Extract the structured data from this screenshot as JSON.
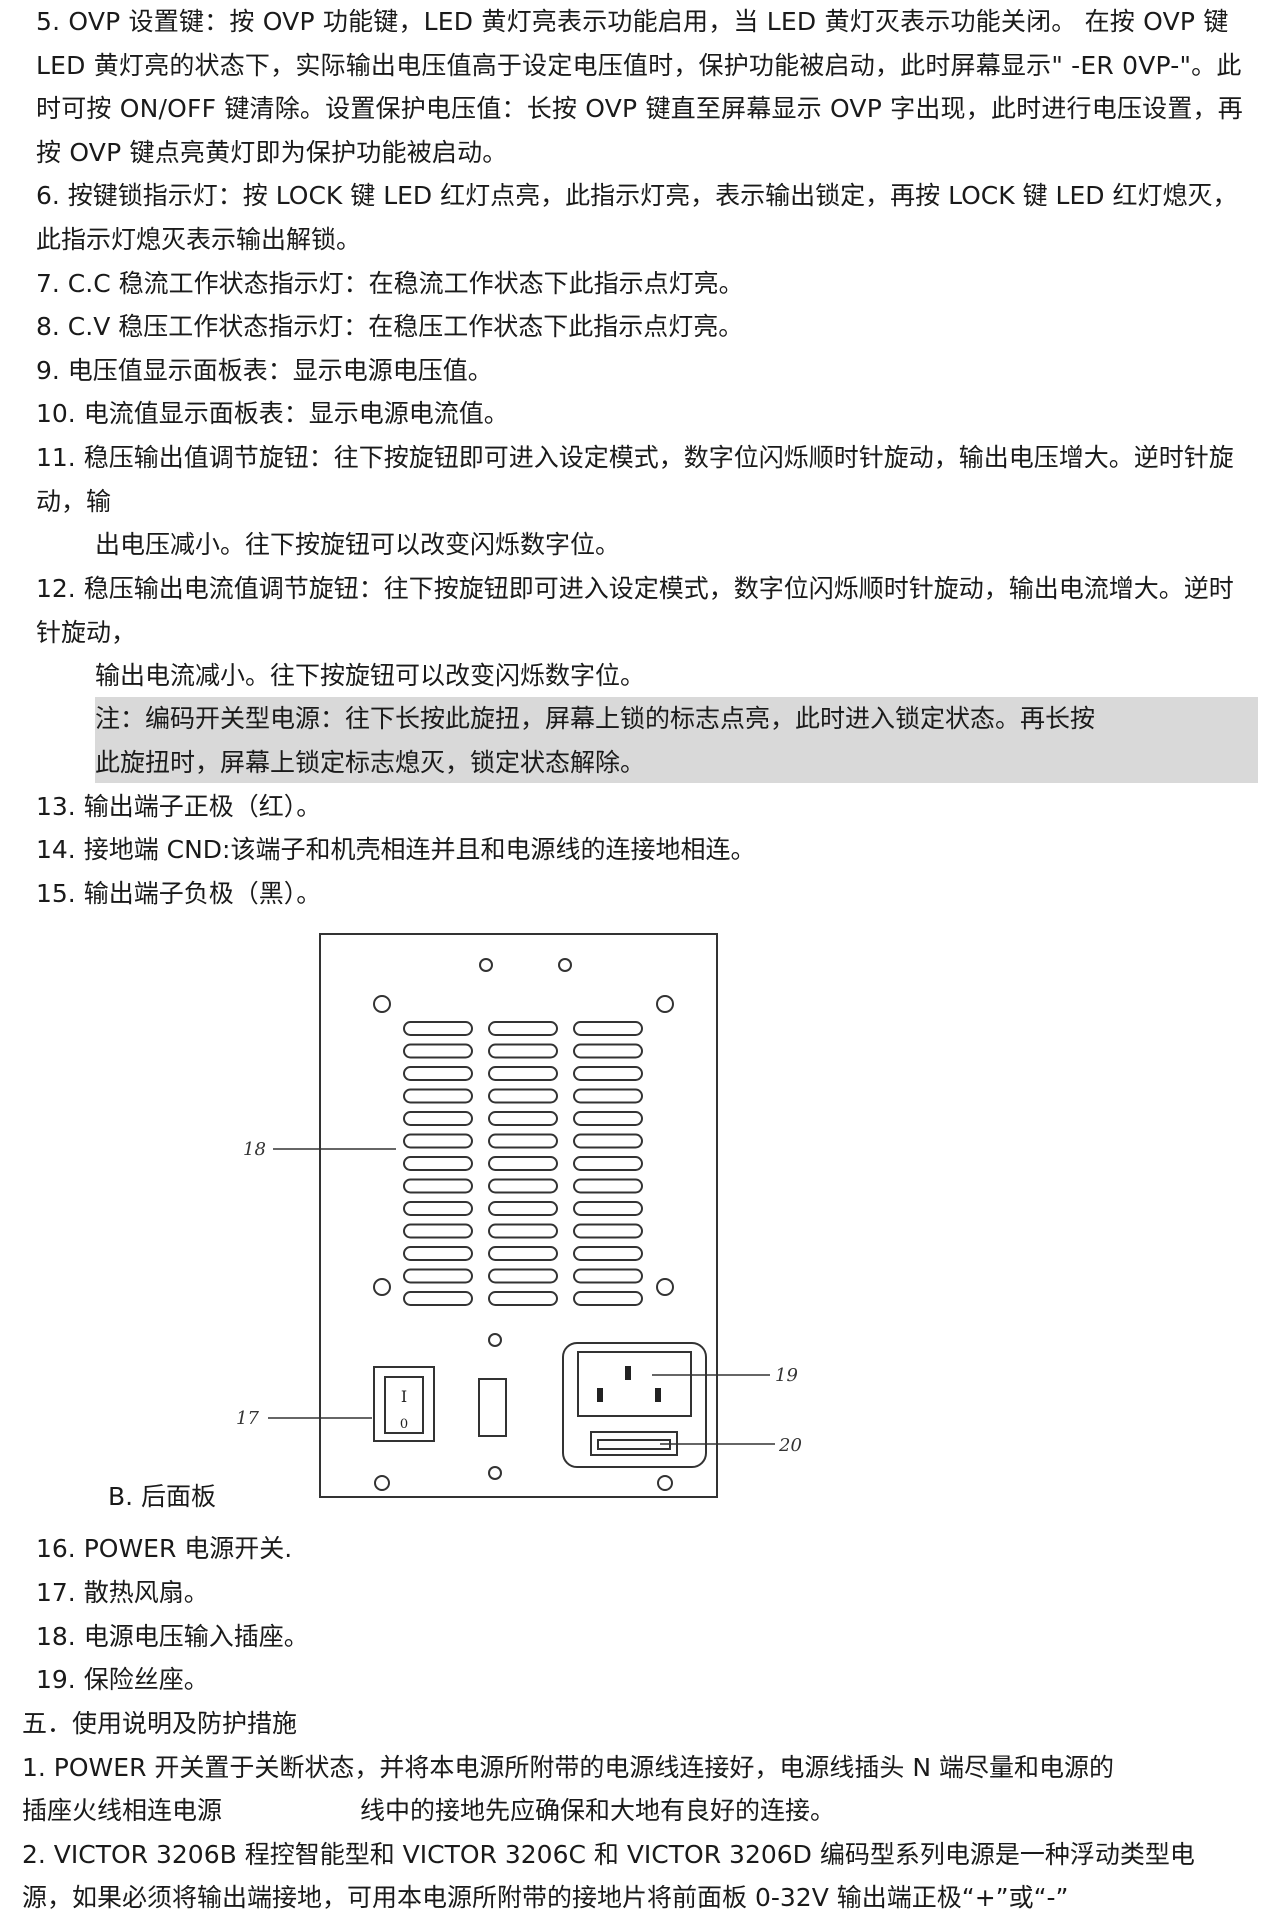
{
  "items": {
    "i5": "5. OVP 设置键：按 OVP 功能键，LED 黄灯亮表示功能启用，当 LED 黄灯灭表示功能关闭。 在按 OVP 键 LED 黄灯亮的状态下，实际输出电压值高于设定电压值时，保护功能被启动，此时屏幕显示\" -ER 0VP-\"。此时可按 ON/OFF 键清除。设置保护电压值：长按 OVP 键直至屏幕显示 OVP 字出现，此时进行电压设置，再按 OVP 键点亮黄灯即为保护功能被启动。",
    "i6": "6. 按键锁指示灯：按 LOCK 键 LED 红灯点亮，此指示灯亮，表示输出锁定，再按 LOCK 键 LED 红灯熄灭，此指示灯熄灭表示输出解锁。",
    "i7": "7. C.C 稳流工作状态指示灯：在稳流工作状态下此指示点灯亮。",
    "i8": "8. C.V 稳压工作状态指示灯：在稳压工作状态下此指示点灯亮。",
    "i9": "9. 电压值显示面板表：显示电源电压值。",
    "i10": "10. 电流值显示面板表：显示电源电流值。",
    "i11a": "11. 稳压输出值调节旋钮：往下按旋钮即可进入设定模式，数字位闪烁顺时针旋动，输出电压增大。逆时针旋动，输",
    "i11b": "出电压减小。往下按旋钮可以改变闪烁数字位。",
    "i12a": "12. 稳压输出电流值调节旋钮：往下按旋钮即可进入设定模式，数字位闪烁顺时针旋动，输出电流增大。逆时针旋动，",
    "i12b": "输出电流减小。往下按旋钮可以改变闪烁数字位。",
    "note1": "注：编码开关型电源：往下长按此旋扭，屏幕上锁的标志点亮，此时进入锁定状态。再长按",
    "note2": "此旋扭时，屏幕上锁定标志熄灭，锁定状态解除。",
    "i13": "13. 输出端子正极（红）。",
    "i14": "14. 接地端 CND:该端子和机壳相连并且和电源线的连接地相连。",
    "i15": "15. 输出端子负极（黑）。",
    "i16": "16. POWER 电源开关.",
    "i17": "17. 散热风扇。",
    "i18": "18. 电源电压输入插座。",
    "i19": "19. 保险丝座。",
    "s5": "五．使用说明及防护措施",
    "u1a": "1. POWER 开关置于关断状态，并将本电源所附带的电源线连接好，电源线插头 N 端尽量和电源的",
    "u1b": "插座火线相连电源",
    "u1c": "线中的接地先应确保和大地有良好的连接。",
    "u2a": "2. VICTOR 3206B 程控智能型和 VICTOR 3206C 和 VICTOR 3206D 编码型系列电源是一种浮动类型电",
    "u2b": "源，如果必须将输出端接地，可用本电源所附带的接地片将前面板 0-32V 输出端正极“+”或“-”"
  },
  "figure": {
    "caption": "B. 后面板",
    "labels": {
      "l18": "18",
      "l17": "17",
      "l19": "19",
      "l20": "20"
    },
    "switch_marks": {
      "on": "I",
      "off": "0"
    }
  }
}
